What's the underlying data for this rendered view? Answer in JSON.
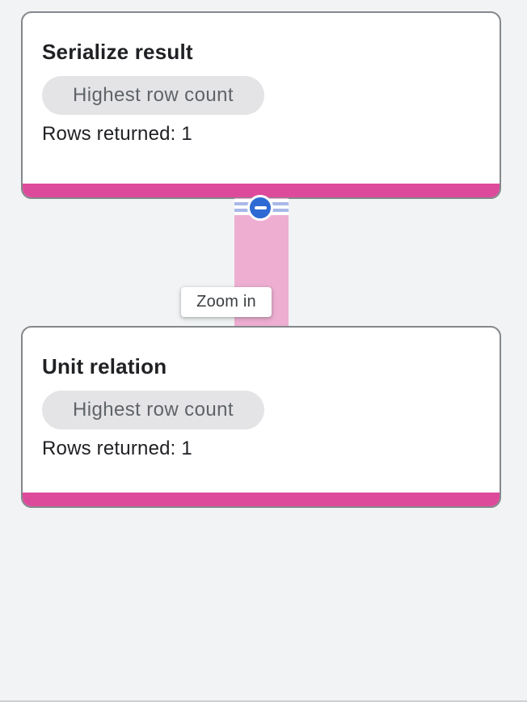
{
  "colors": {
    "background": "#f1f3f4",
    "card_bg": "#ffffff",
    "card_border": "#84888c",
    "accent_bar": "#dd4a9b",
    "connector": "#edaed1",
    "stripe_blue": "#a9b8e8",
    "collapse_blue": "#2d6ad3",
    "badge_bg": "#e4e4e6",
    "badge_text": "#5f6368",
    "title_text": "#202124",
    "tooltip_text": "#3c4043",
    "bottom_edge": "#cdd0d4"
  },
  "nodes": [
    {
      "title": "Serialize result",
      "badge": "Highest row count",
      "rows": "Rows returned: 1"
    },
    {
      "title": "Unit relation",
      "badge": "Highest row count",
      "rows": "Rows returned: 1"
    }
  ],
  "tooltip": {
    "label": "Zoom in"
  },
  "icons": {
    "collapse_button": "minus-circle-icon"
  }
}
